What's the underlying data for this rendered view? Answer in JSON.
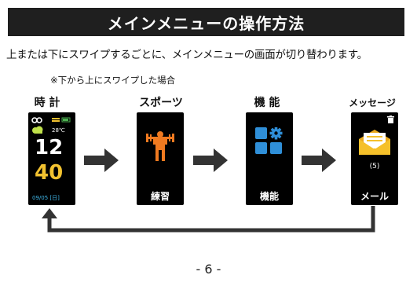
{
  "header": {
    "title": "メインメニューの操作方法"
  },
  "description": "上または下にスワイプするごとに、メインメニューの画面が切り替わります。",
  "note": "※下から上にスワイプした場合",
  "screens": [
    {
      "label": "時 計",
      "time_hour": "12",
      "time_minute": "40",
      "date": "09/05 [日]",
      "temperature": "28℃"
    },
    {
      "label": "スポーツ",
      "screen_text": "練習"
    },
    {
      "label": "機 能",
      "screen_text": "機能"
    },
    {
      "label": "メッセージ",
      "screen_text": "メール",
      "count": "(5)"
    }
  ],
  "colors": {
    "title_bg": "#1f1f1f",
    "clock_minute": "#f2c230",
    "date": "#3fb6e8",
    "sport_icon": "#f07a20",
    "function_icon": "#2f8fd8",
    "mail_icon": "#f5c02a",
    "arrow": "#333333"
  },
  "footer": {
    "page_number": "- 6 -"
  }
}
